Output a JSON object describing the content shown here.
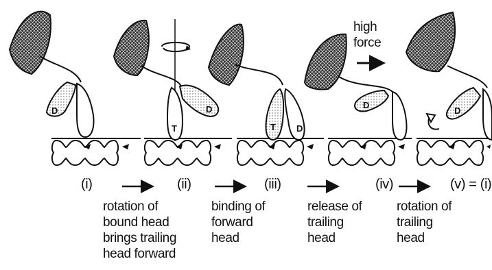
{
  "diagram": {
    "stages": [
      "(i)",
      "(ii)",
      "(iii)",
      "(iv)",
      "(v) = (i)"
    ],
    "transitions": [
      "rotation of\nbound head\nbrings trailing\nhead forward",
      "binding of\nforward\nhead",
      "release of\ntrailing\nhead",
      "rotation of\ntrailing\nhead"
    ],
    "force_label": "high\nforce",
    "head_letters": {
      "s1_left": "D",
      "s2_left": "T",
      "s2_right": "D",
      "s3_left": "T",
      "s3_right": "D",
      "s4_left": "D",
      "s5_left": "D"
    },
    "colors": {
      "ink": "#111111",
      "background": "#ffffff"
    }
  }
}
